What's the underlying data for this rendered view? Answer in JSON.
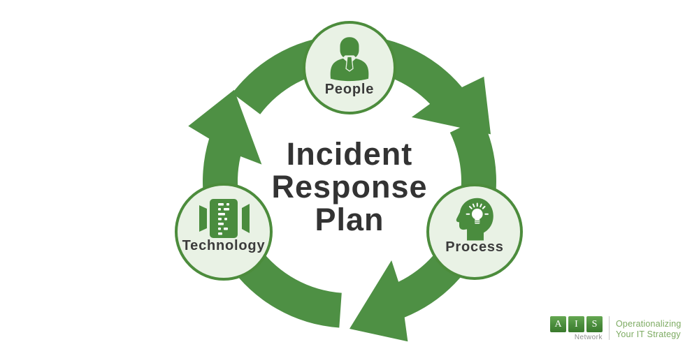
{
  "diagram": {
    "title": {
      "line1": "Incident",
      "line2": "Response",
      "line3": "Plan"
    },
    "nodes": [
      {
        "id": "people",
        "label": "People"
      },
      {
        "id": "process",
        "label": "Process"
      },
      {
        "id": "technology",
        "label": "Technology"
      }
    ],
    "colors": {
      "arrow_green": "#4e9044",
      "node_fill": "#e9f2e5",
      "node_border": "#4c8c3c",
      "icon_green": "#4a8c3e",
      "title_text": "#333333",
      "label_text": "#3b3b3b"
    }
  },
  "branding": {
    "letters": [
      "A",
      "I",
      "S"
    ],
    "sub": "Network",
    "tagline": {
      "line1": "Operationalizing",
      "line2": "Your IT Strategy"
    },
    "colors": {
      "square_green": "#4a8c3c",
      "tagline_green": "#7dab62",
      "sub_gray": "#8c8c8c"
    }
  }
}
